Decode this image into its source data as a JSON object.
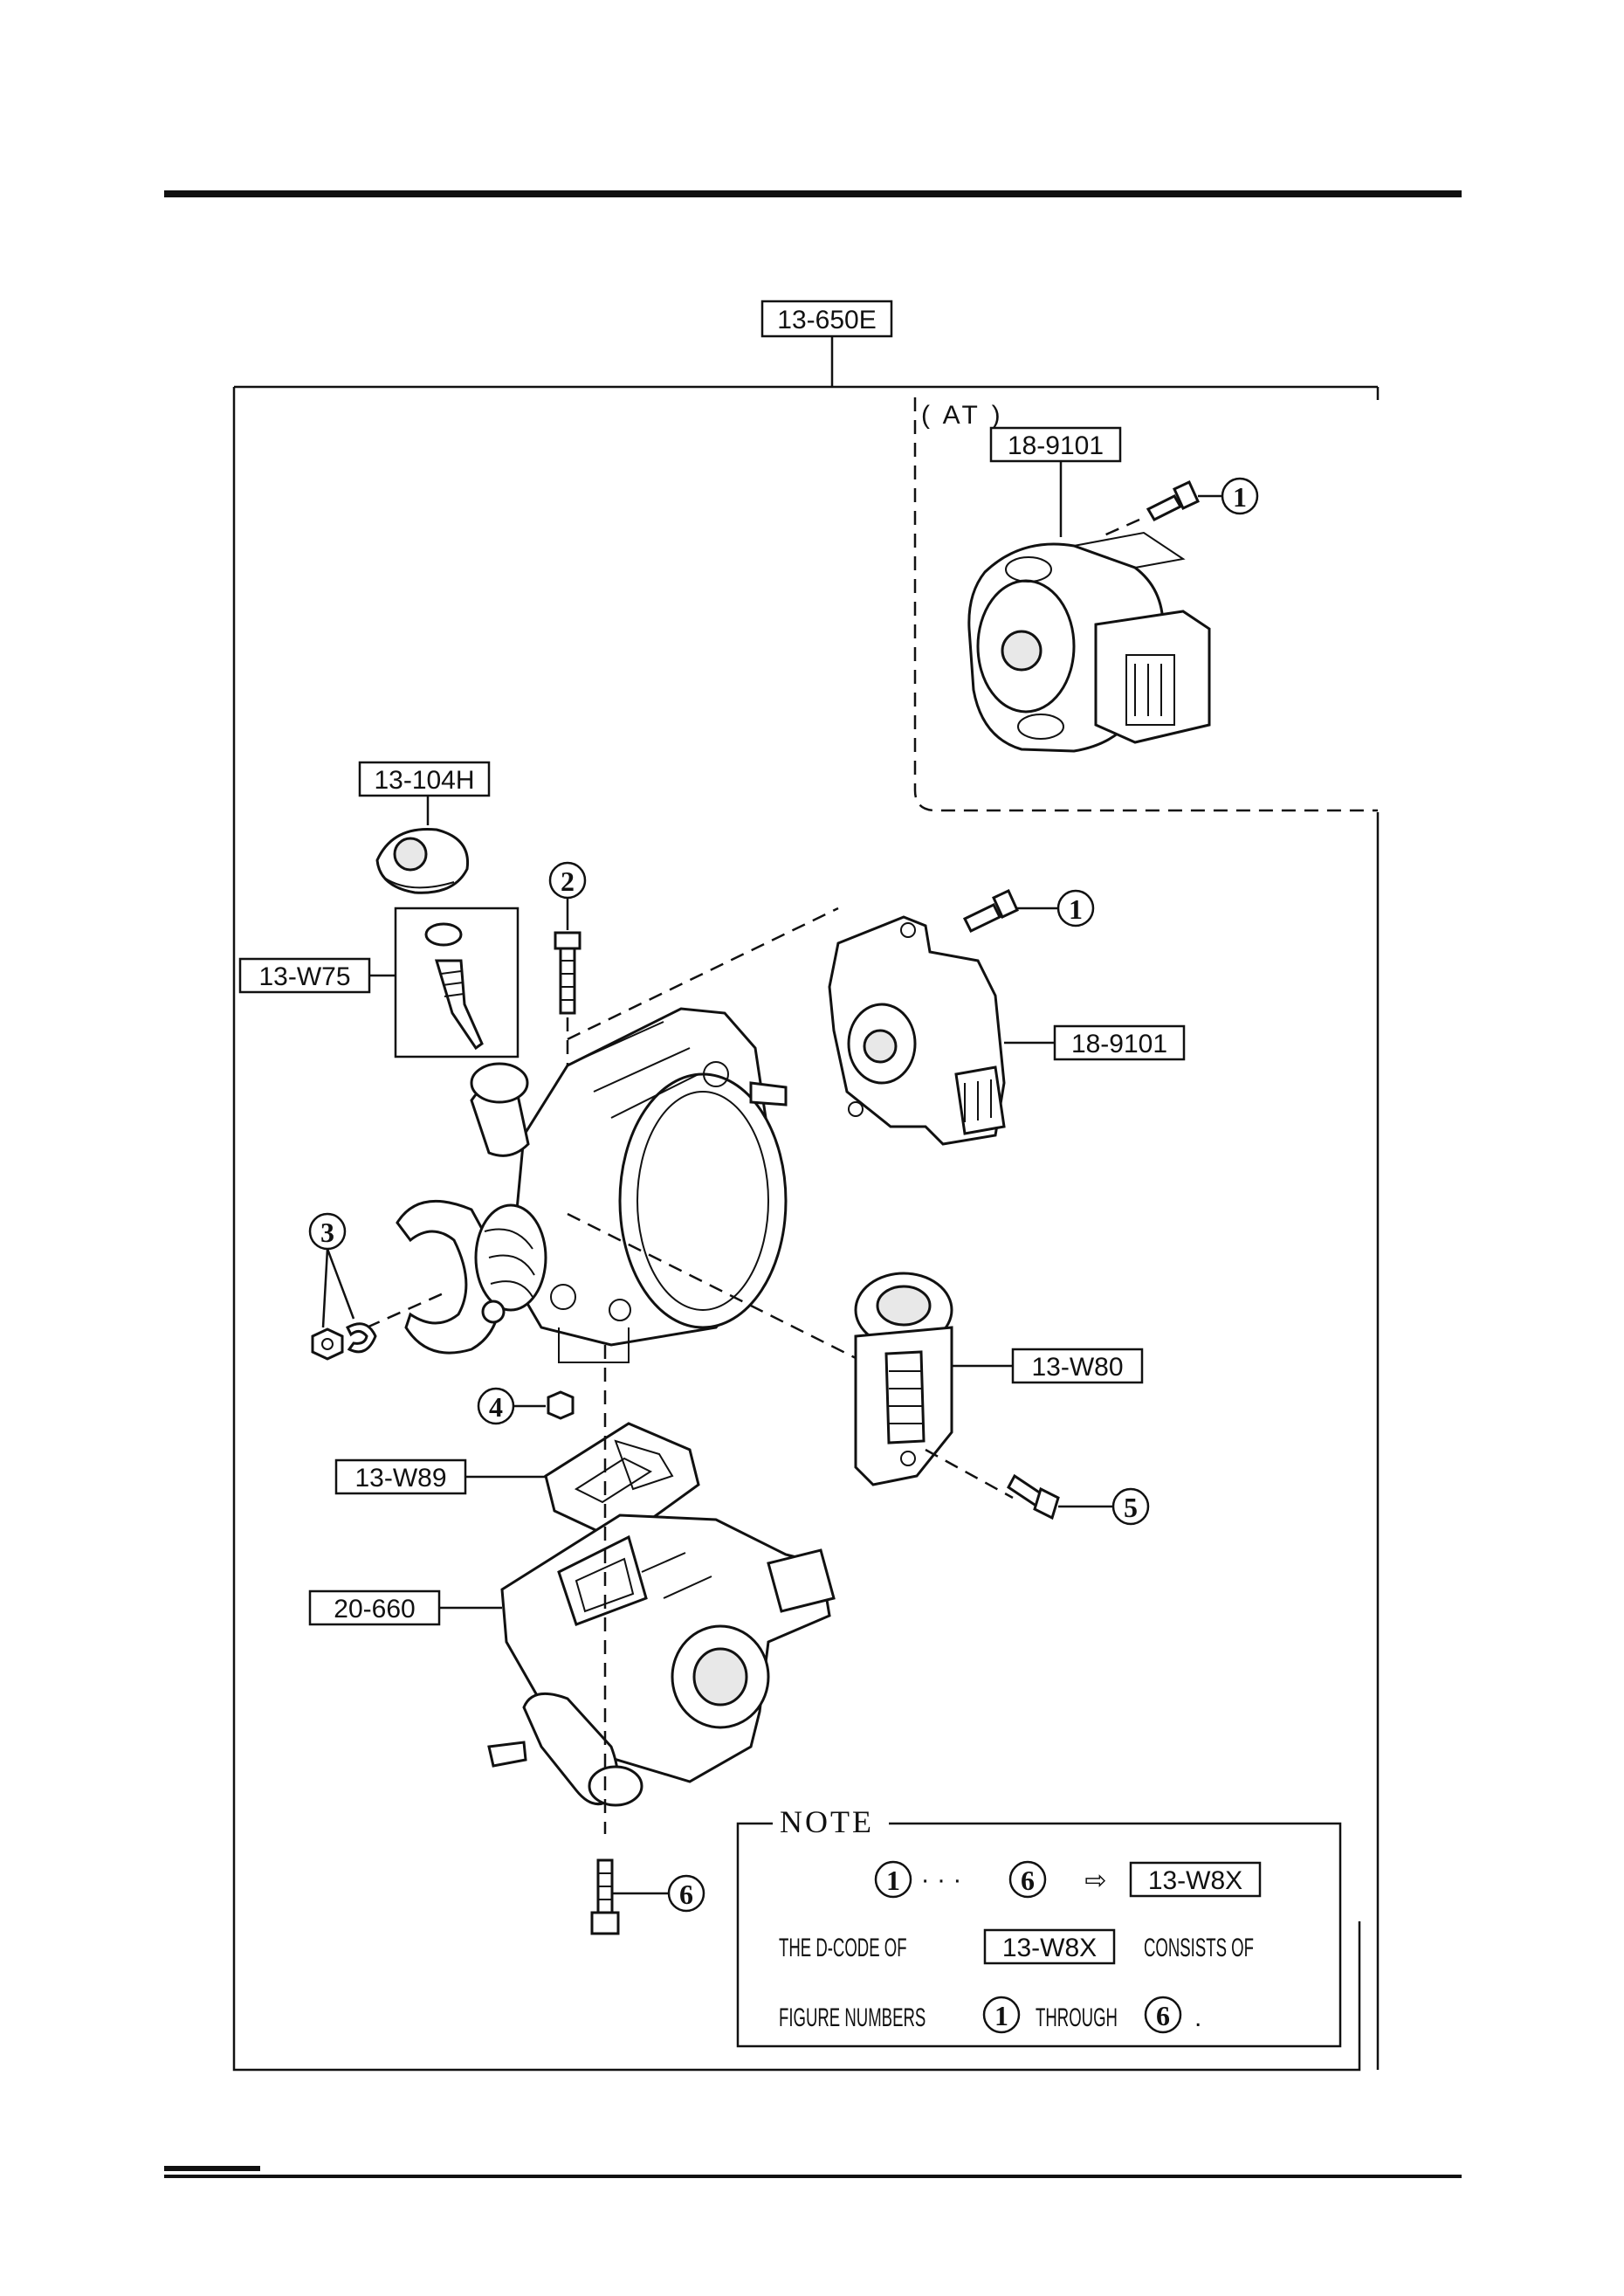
{
  "parts": {
    "main": "13-650E",
    "tps_at": "18-9101",
    "tps": "18-9101",
    "cap": "13-104H",
    "screw_kit": "13-W75",
    "valve": "13-W80",
    "gasket": "13-W89",
    "air_valve": "20-660"
  },
  "variant": "( AT )",
  "callouts": {
    "c1_top": "1",
    "c1_mid": "1",
    "c2": "2",
    "c3": "3",
    "c4": "4",
    "c5": "5",
    "c6": "6"
  },
  "note": {
    "title": "NOTE",
    "range_from": "1",
    "dots": "· · ·",
    "range_to": "6",
    "arrow": "⇨",
    "kit_code": "13-W8X",
    "line2_a": "THE D-CODE OF",
    "line2_code": "13-W8X",
    "line2_b": "CONSISTS OF",
    "line3_a": "FIGURE NUMBERS",
    "line3_from": "1",
    "line3_mid": "THROUGH",
    "line3_to": "6",
    "line3_end": "."
  }
}
